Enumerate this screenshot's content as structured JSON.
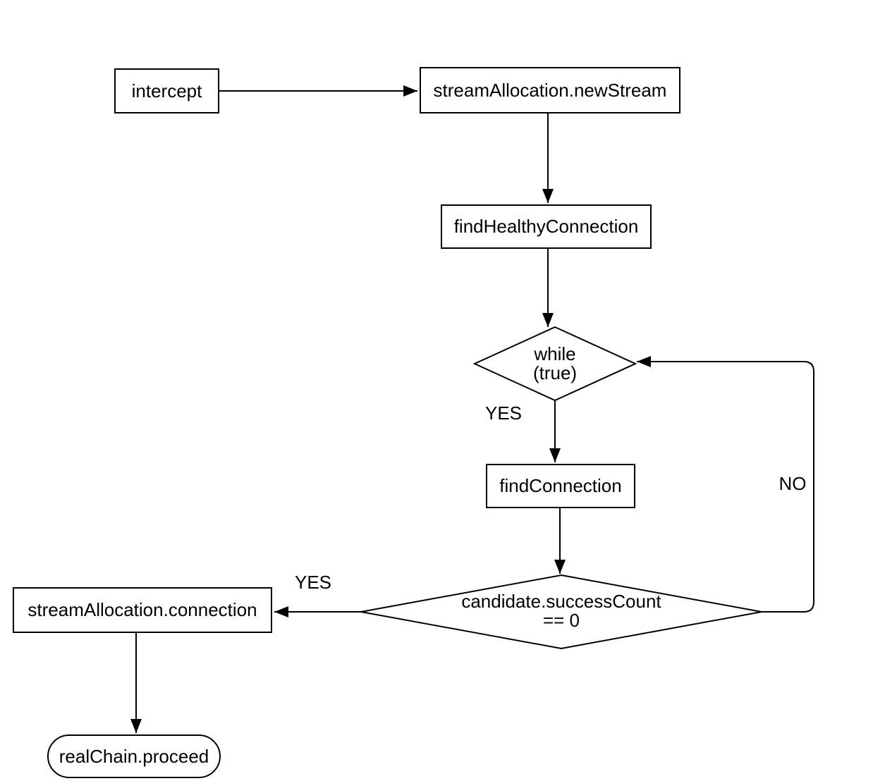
{
  "diagram": {
    "colors": {
      "background": "#ffffff",
      "stroke": "#000000",
      "text": "#000000"
    },
    "nodes": {
      "intercept": {
        "label": "intercept",
        "shape": "rect"
      },
      "new_stream": {
        "label": "streamAllocation.newStream",
        "shape": "rect"
      },
      "find_healthy_connection": {
        "label": "findHealthyConnection",
        "shape": "rect"
      },
      "while_true": {
        "line1": "while",
        "line2": "(true)",
        "shape": "diamond"
      },
      "find_connection": {
        "label": "findConnection",
        "shape": "rect"
      },
      "success_count_check": {
        "line1": "candidate.successCount",
        "line2": "== 0",
        "shape": "diamond"
      },
      "stream_allocation_connection": {
        "label": "streamAllocation.connection",
        "shape": "rect"
      },
      "real_chain_proceed": {
        "label": "realChain.proceed",
        "shape": "stadium"
      }
    },
    "edge_labels": {
      "while_yes": "YES",
      "while_no": "NO",
      "success_yes": "YES"
    }
  }
}
